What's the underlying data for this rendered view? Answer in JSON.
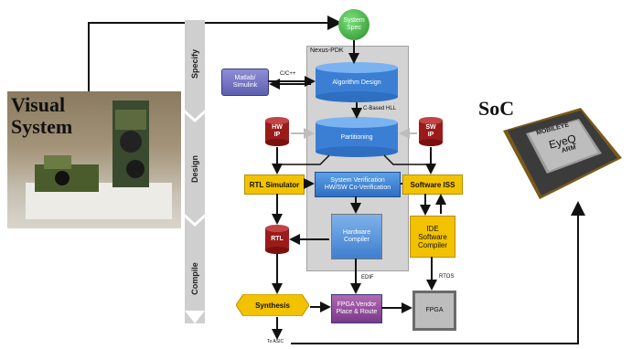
{
  "photo": {
    "title_line1": "Visual",
    "title_line2": "System"
  },
  "soc": {
    "title": "SoC",
    "chip_brand": "MOBILEYE",
    "chip_name": "EyeQ",
    "chip_maker": "ARM"
  },
  "system_spec": {
    "line1": "System",
    "line2": "Spec"
  },
  "phases": [
    "Specify",
    "Design",
    "Compile"
  ],
  "pdk": {
    "title": "Nexus-PDK"
  },
  "matlab": {
    "line1": "Matlab/",
    "line2": "Simulink"
  },
  "cpp_label": "C/C++",
  "algorithm_design": "Algorithm Design",
  "c_based_hll": "C-Based HLL",
  "partitioning": "Partitioning",
  "hw_ip": {
    "line1": "HW",
    "line2": "IP"
  },
  "sw_ip": {
    "line1": "SW",
    "line2": "IP"
  },
  "rtl_simulator": "RTL Simulator",
  "software_iss": "Software ISS",
  "system_verification": {
    "line1": "System Verification",
    "line2": "HW/SW Co-Verification"
  },
  "rtl": "RTL",
  "hardware_compiler": {
    "line1": "Hardware",
    "line2": "Compiler"
  },
  "ide": {
    "line1": "IDE",
    "line2": "Software",
    "line3": "Compiler"
  },
  "edif": "EDIF",
  "rtos": "RTOS",
  "synthesis": "Synthesis",
  "fpga_vendor": {
    "line1": "FPGA Vendor",
    "line2": "Place & Route"
  },
  "fpga": "FPGA",
  "to_asic": "To ASIC",
  "colors": {
    "yellow": "#f2c200",
    "red_ip": "#9b1b1b",
    "blue": "#3a7fd4",
    "green": "#3aa83a",
    "gray_panel": "#d3d3d3"
  }
}
